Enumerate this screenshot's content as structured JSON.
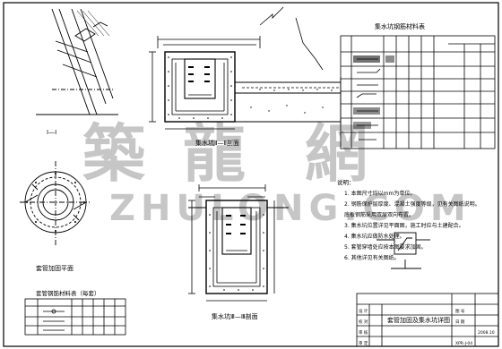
{
  "labels": {
    "section_1": "Ⅰ—Ⅰ",
    "section_2": "集水坑Ⅱ—Ⅱ剖面",
    "section_3": "集水坑Ⅲ—Ⅲ剖面",
    "plan": "套管加固平面",
    "table_title": "集水坑钢筋材料表",
    "table2_title": "套管钢筋材料表（每套）"
  },
  "notes": {
    "title": "说明：",
    "lines": [
      "1. 本图尺寸均以mm为单位。",
      "2. 钢筋保护层厚度、混凝土强度等级，见有关图纸说明。",
      "   底板钢筋采用双层双向布置。",
      "3. 集水坑位置详见平面图，施工时应与土建配合。",
      "4. 集水坑应做防水处理。",
      "5. 套管穿墙处应按本图要求加固。",
      "6. 其他详见有关图纸。"
    ]
  },
  "title_block": {
    "drawing_title": "套管加固及集水坑详图",
    "left_labels": [
      "设 计",
      "校 对",
      "审 核",
      "审 定"
    ],
    "right_row": [
      "图 号",
      "日 期"
    ],
    "date": "2008.10",
    "code": "XPR-J-04"
  },
  "watermark": {
    "chars": [
      "築",
      "龍",
      "網"
    ],
    "url": "ZHULONG.COM"
  }
}
